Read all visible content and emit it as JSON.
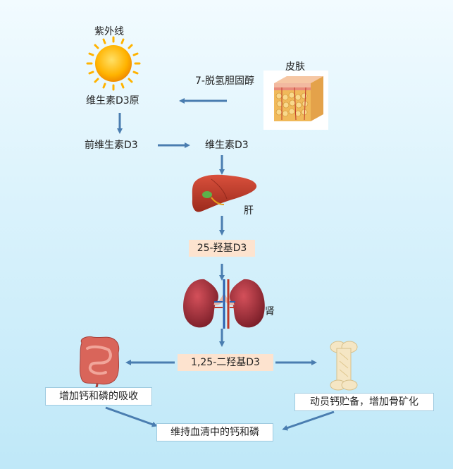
{
  "labels": {
    "uv": "紫外线",
    "skin": "皮肤",
    "dehydrocholesterol": "7-脱氢胆固醇",
    "provitamin": "维生素D3原",
    "previtamin": "前维生素D3",
    "vitamin_d3": "维生素D3",
    "liver": "肝",
    "hydroxy": "25-羟基D3",
    "kidney": "肾",
    "dihydroxy": "1,25-二羟基D3",
    "absorb": "增加钙和磷的吸收",
    "mobilize": "动员钙贮备，增加骨矿化",
    "maintain": "维持血清中的钙和磷"
  },
  "colors": {
    "arrow": "#4a7db0",
    "box_highlight": "#fde3cf",
    "sun": "#ffb300",
    "liver": "#c0392b",
    "kidney": "#9e2a35",
    "intestine": "#d9655a",
    "bone": "#f5e6c4"
  },
  "icons": [
    "sun-icon",
    "skin-icon",
    "liver-icon",
    "kidney-icon",
    "intestine-icon",
    "bone-icon"
  ]
}
